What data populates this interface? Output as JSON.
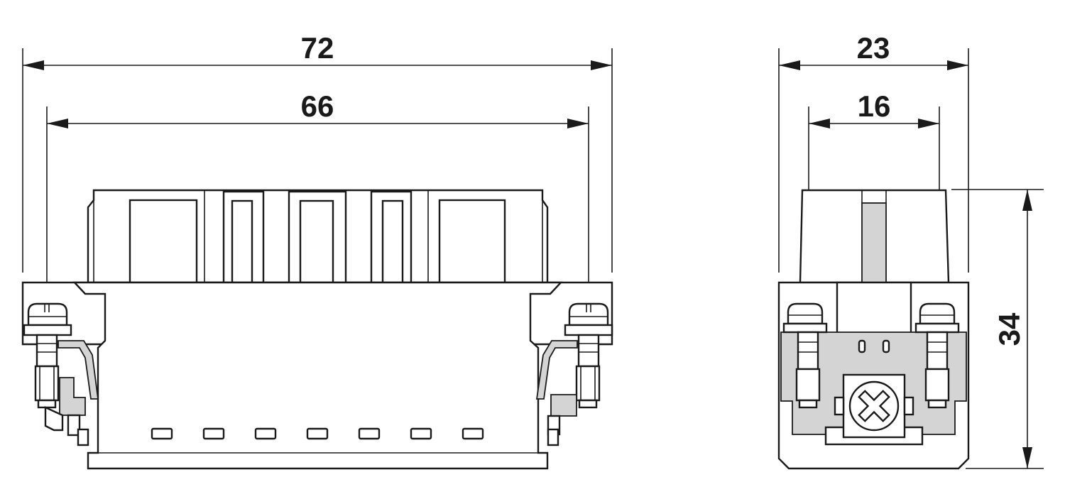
{
  "front_view": {
    "width_overall": "72",
    "width_mounting": "66"
  },
  "side_view": {
    "width_overall": "23",
    "width_mounting": "16",
    "height": "34"
  }
}
